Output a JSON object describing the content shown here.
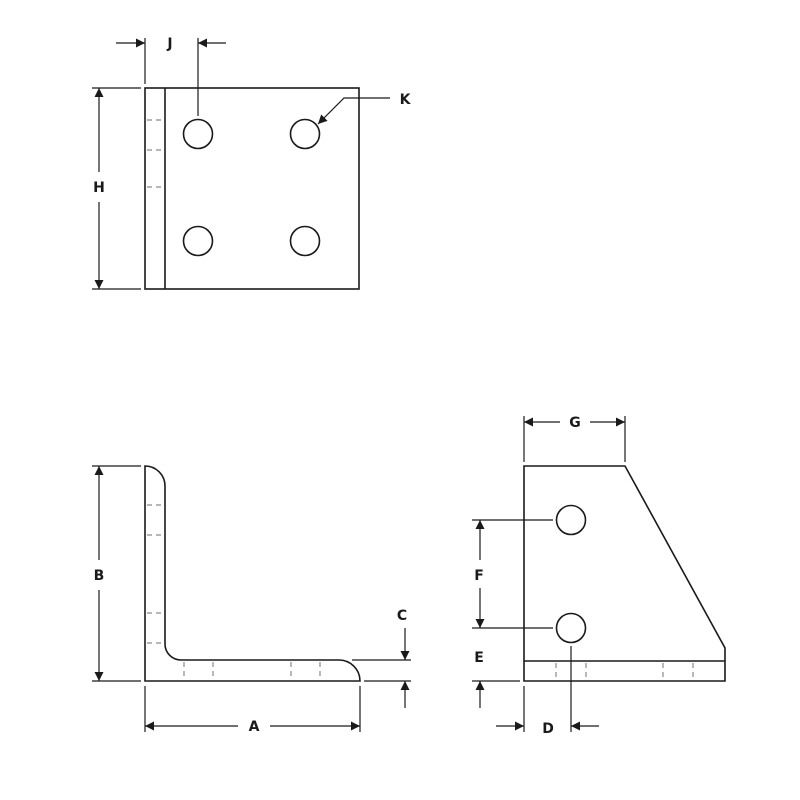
{
  "labels": {
    "A": "A",
    "B": "B",
    "C": "C",
    "D": "D",
    "E": "E",
    "F": "F",
    "G": "G",
    "H": "H",
    "J": "J",
    "K": "K"
  }
}
